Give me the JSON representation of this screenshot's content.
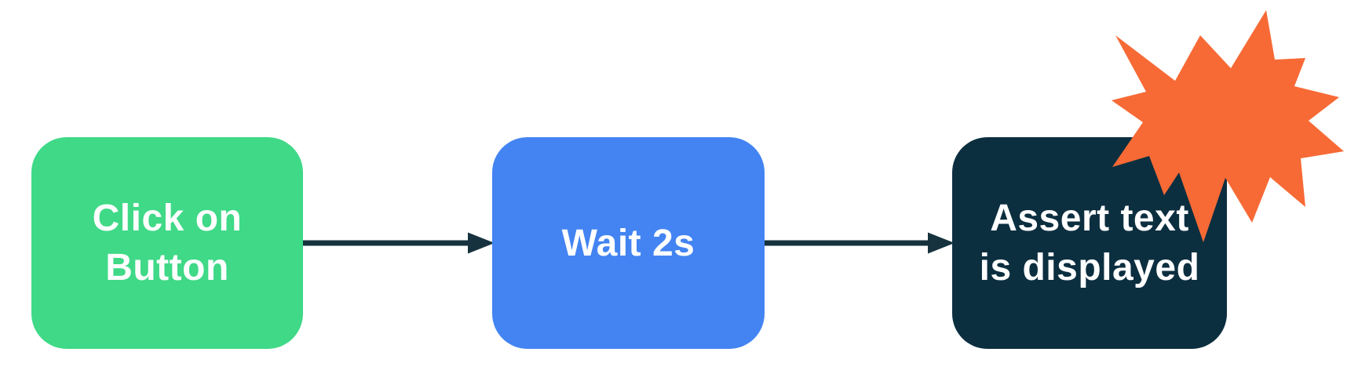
{
  "diagram": {
    "background_color": "#ffffff",
    "text_color": "#ffffff",
    "arrow_color": "#16323e",
    "steps": [
      {
        "label": "Click on\nButton",
        "color": "#3fd987"
      },
      {
        "label": "Wait 2s",
        "color": "#4384f2"
      },
      {
        "label": "Assert text\nis displayed",
        "color": "#0c2f40"
      }
    ],
    "connectors": [
      {
        "from": "Click on Button",
        "to": "Wait 2s"
      },
      {
        "from": "Wait 2s",
        "to": "Assert text is displayed"
      }
    ],
    "decorations": [
      {
        "icon": "explosion-starburst",
        "color": "#f76a35"
      }
    ]
  }
}
